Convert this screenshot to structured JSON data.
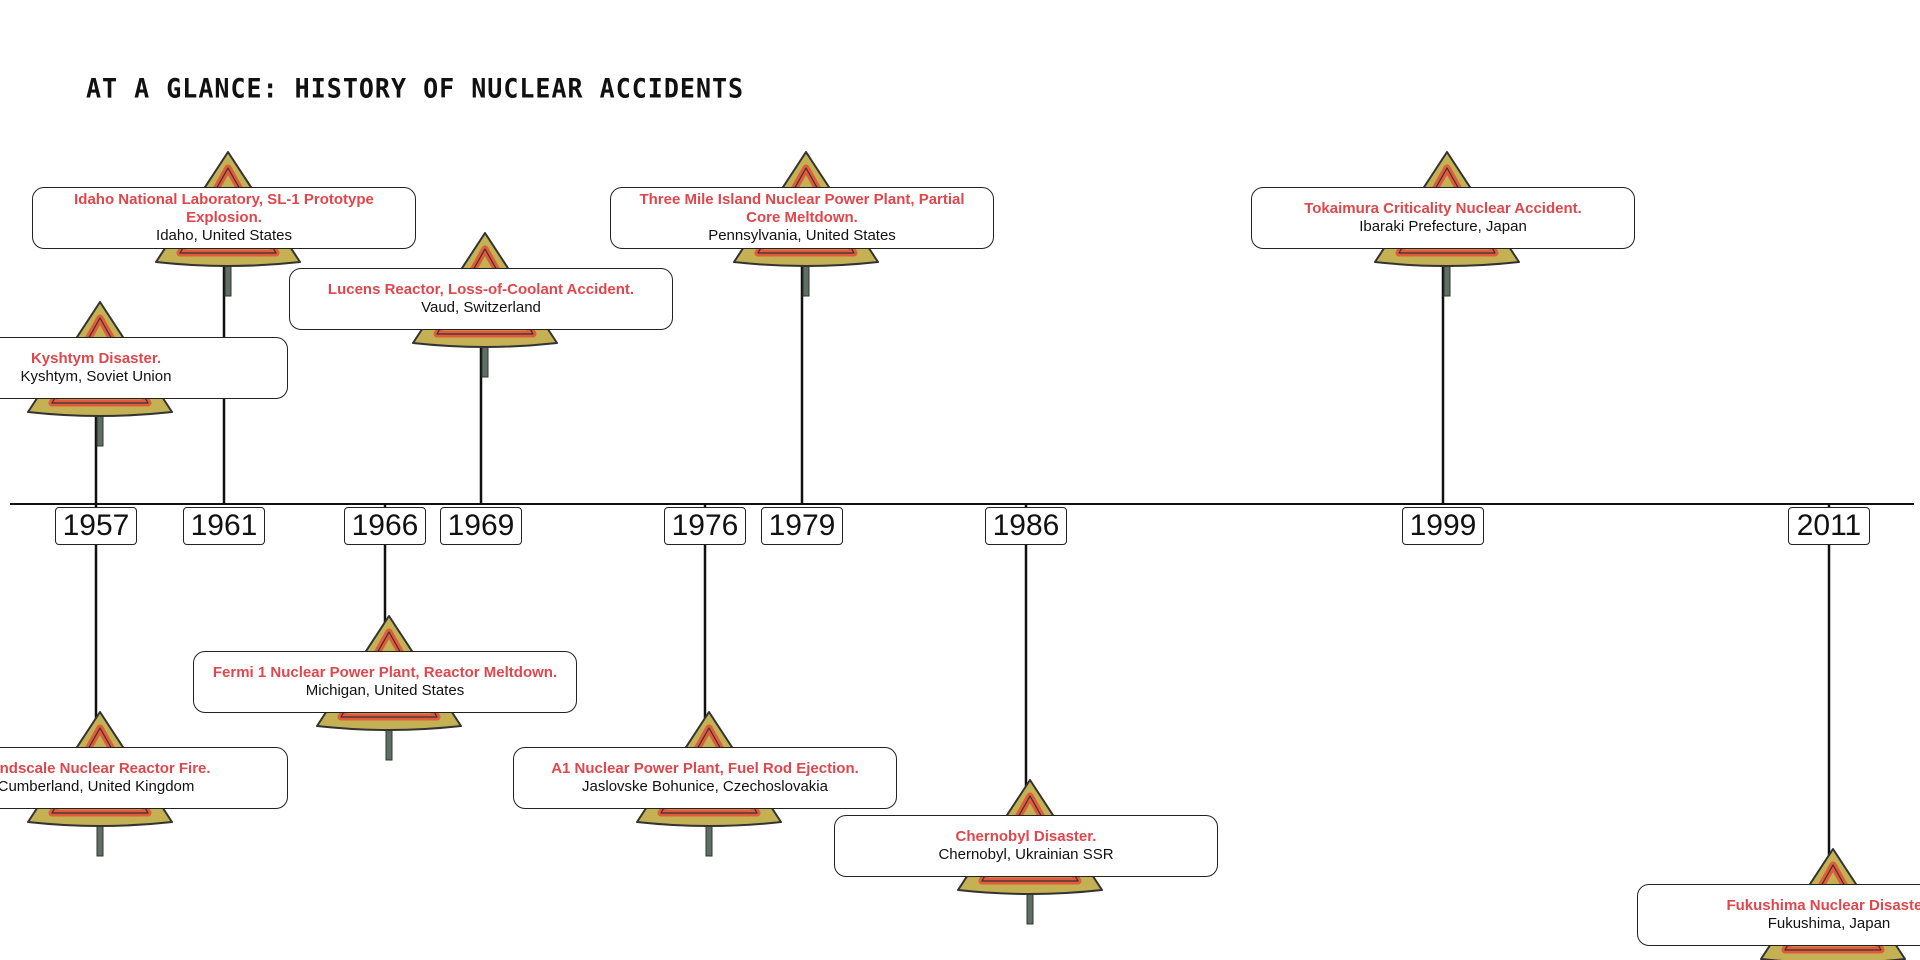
{
  "title": "AT A GLANCE: HISTORY OF NUCLEAR ACCIDENTS",
  "colors": {
    "event_title": "#e0474c",
    "sign_fill": "#c4b153",
    "sign_red": "#e15a3c",
    "sign_post": "#5d7063",
    "line": "#111111"
  },
  "events": [
    {
      "year": "1957",
      "title": "Kyshtym Disaster.",
      "location": "Kyshtym, Soviet Union",
      "side": "above",
      "tier": 1,
      "icon": "radiation-warning-sign-icon"
    },
    {
      "year": "1957",
      "title": "Windscale Nuclear Reactor Fire.",
      "location": "Cumberland, United Kingdom",
      "side": "below",
      "tier": 2,
      "icon": "radiation-warning-sign-icon"
    },
    {
      "year": "1961",
      "title": "Idaho National Laboratory, SL-1 Prototype Explosion.",
      "location": "Idaho, United States",
      "side": "above",
      "tier": 3,
      "icon": "radiation-warning-sign-icon"
    },
    {
      "year": "1966",
      "title": "Fermi 1 Nuclear Power Plant, Reactor Meltdown.",
      "location": "Michigan, United States",
      "side": "below",
      "tier": 1,
      "icon": "radiation-warning-sign-icon"
    },
    {
      "year": "1969",
      "title": "Lucens Reactor, Loss-of-Coolant Accident.",
      "location": "Vaud, Switzerland",
      "side": "above",
      "tier": 2,
      "icon": "radiation-warning-sign-icon"
    },
    {
      "year": "1976",
      "title": "A1 Nuclear Power Plant, Fuel Rod Ejection.",
      "location": "Jaslovske Bohunice, Czechoslovakia",
      "side": "below",
      "tier": 2,
      "icon": "radiation-warning-sign-icon"
    },
    {
      "year": "1979",
      "title": "Three Mile Island Nuclear Power Plant, Partial Core Meltdown.",
      "location": "Pennsylvania, United States",
      "side": "above",
      "tier": 3,
      "icon": "radiation-warning-sign-icon"
    },
    {
      "year": "1986",
      "title": "Chernobyl Disaster.",
      "location": "Chernobyl, Ukrainian SSR",
      "side": "below",
      "tier": 3,
      "icon": "radiation-warning-sign-icon"
    },
    {
      "year": "1999",
      "title": "Tokaimura Criticality Nuclear Accident.",
      "location": "Ibaraki Prefecture, Japan",
      "side": "above",
      "tier": 3,
      "icon": "radiation-warning-sign-icon"
    },
    {
      "year": "2011",
      "title": "Fukushima Nuclear Disaster.",
      "location": "Fukushima, Japan",
      "side": "below",
      "tier": 4,
      "icon": "radiation-warning-sign-icon"
    }
  ]
}
